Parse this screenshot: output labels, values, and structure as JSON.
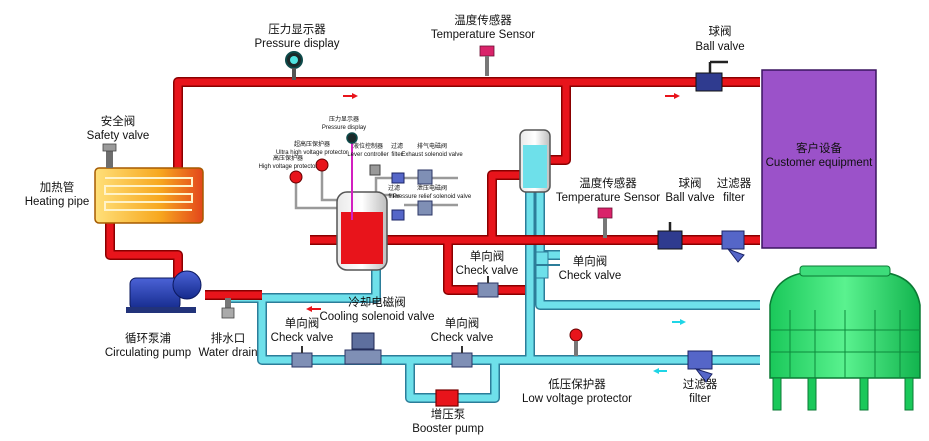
{
  "labels": {
    "pressure_display_cn": "压力显示器",
    "pressure_display_en": "Pressure display",
    "temp_sensor_top_cn": "温度传感器",
    "temp_sensor_top_en": "Temperature Sensor",
    "ball_valve_top_cn": "球阀",
    "ball_valve_top_en": "Ball valve",
    "customer_cn": "客户设备",
    "customer_en": "Customer equipment",
    "safety_valve_cn": "安全阀",
    "safety_valve_en": "Safety valve",
    "heating_pipe_cn": "加热管",
    "heating_pipe_en": "Heating pipe",
    "temp_sensor_mid_cn": "温度传感器",
    "temp_sensor_mid_en": "Temperature Sensor",
    "ball_valve_mid_cn": "球阀",
    "ball_valve_mid_en": "Ball valve",
    "filter_mid_cn": "过滤器",
    "filter_mid_en": "filter",
    "check_valve_right_cn": "单向阀",
    "check_valve_right_en": "Check valve",
    "check_valve_mid_cn": "单向阀",
    "check_valve_mid_en": "Check valve",
    "circ_pump_cn": "循环泵浦",
    "circ_pump_en": "Circulating pump",
    "water_drain_cn": "排水口",
    "water_drain_en": "Water drain",
    "check_valve_left_cn": "单向阀",
    "check_valve_left_en": "Check valve",
    "cooling_valve_cn": "冷却电磁阀",
    "cooling_valve_en": "Cooling solenoid valve",
    "check_valve_low_cn": "单向阀",
    "check_valve_low_en": "Check valve",
    "low_voltage_cn": "低压保护器",
    "low_voltage_en": "Low voltage protector",
    "filter_low_cn": "过滤器",
    "filter_low_en": "filter",
    "booster_cn": "增压泵",
    "booster_en": "Booster pump",
    "small_pressure_cn": "压力显示器",
    "small_pressure_en": "Pressure display",
    "ultra_hv_cn": "超高压保护器",
    "ultra_hv_en": "Ultra high voltage protector",
    "hv_cn": "高压保护器",
    "hv_en": "High voltage protector",
    "level_cn": "液位控制器",
    "level_en": "Lever controller",
    "filter_small_cn": "过滤",
    "filter_small_en": "filter",
    "exhaust_cn": "排气电磁阀",
    "exhaust_en": "Exhaust solenoid valve",
    "filter_small2_cn": "过滤",
    "filter_small2_en": "filter",
    "pr_valve_cn": "泄压电磁阀",
    "pr_valve_en": "Pressure relief solenoid valve"
  },
  "colors": {
    "hot_pipe": "#e8141b",
    "hot_pipe_edge": "#8a0000",
    "cold_pipe": "#6ee0ea",
    "cold_pipe_edge": "#2c7d99",
    "customer_box": "#9b52c9",
    "tower": "#21e36b",
    "flow_arrow": "#e8141b",
    "cold_arrow": "#1fd5e6"
  }
}
